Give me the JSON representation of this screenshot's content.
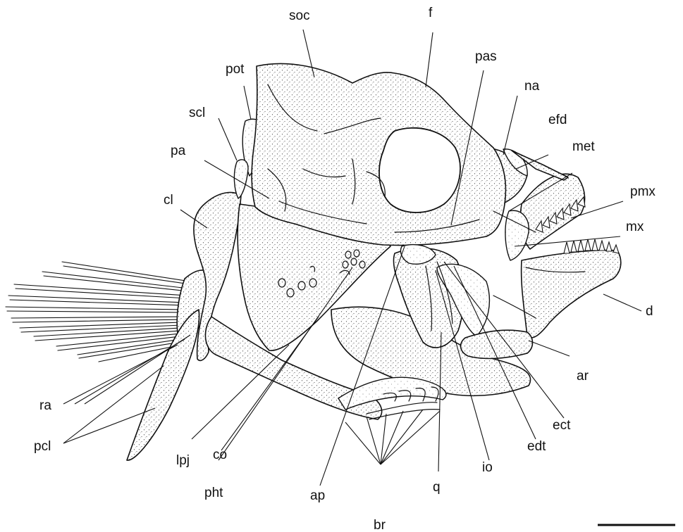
{
  "figure": {
    "labels": {
      "soc": "soc",
      "f": "f",
      "pot": "pot",
      "pas": "pas",
      "na": "na",
      "scl": "scl",
      "efd": "efd",
      "pa": "pa",
      "met": "met",
      "cl": "cl",
      "pmx": "pmx",
      "mx": "mx",
      "d": "d",
      "ar": "ar",
      "ra": "ra",
      "ect": "ect",
      "pcl": "pcl",
      "lpj": "lpj",
      "co": "co",
      "pht": "pht",
      "ap": "ap",
      "q": "q",
      "io": "io",
      "edt": "edt",
      "br": "br"
    },
    "scale_bar": true
  }
}
